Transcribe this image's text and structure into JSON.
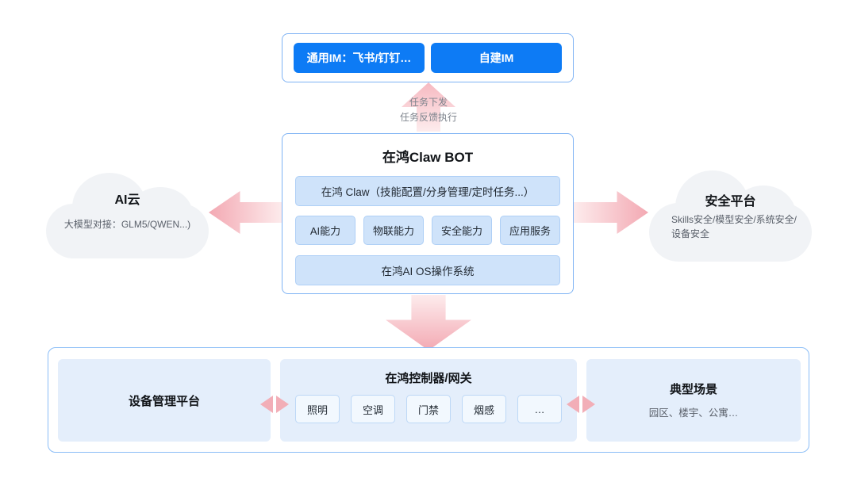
{
  "colors": {
    "accent_blue": "#0d7bf5",
    "border_blue": "#7fb3f4",
    "bar_fill": "#cfe3fa",
    "panel_fill": "#e4eefb",
    "arrow_pink": "#f3a9b3",
    "cloud_gray": "#f1f3f6",
    "muted_text": "#595f69"
  },
  "im": {
    "buttons": [
      {
        "label": "通用IM：飞书/钉钉…"
      },
      {
        "label": "自建IM"
      }
    ]
  },
  "task": {
    "line1": "任务下发",
    "line2": "任务反馈执行"
  },
  "bot": {
    "title": "在鸿Claw BOT",
    "claw_bar": "在鸿 Claw（技能配置/分身管理/定时任务...）",
    "capabilities": [
      "AI能力",
      "物联能力",
      "安全能力",
      "应用服务"
    ],
    "os_bar": "在鸿AI OS操作系统"
  },
  "clouds": {
    "ai": {
      "title": "AI云",
      "subtitle": "大模型对接：GLM5/QWEN...)"
    },
    "security": {
      "title": "安全平台",
      "subtitle": "Skills安全/模型安全/系统安全/设备安全"
    }
  },
  "bottom": {
    "device_platform": {
      "title": "设备管理平台"
    },
    "gateway": {
      "title": "在鸿控制器/网关",
      "devices": [
        "照明",
        "空调",
        "门禁",
        "烟感",
        "…"
      ]
    },
    "scenarios": {
      "title": "典型场景",
      "subtitle": "园区、楼宇、公寓…"
    }
  }
}
